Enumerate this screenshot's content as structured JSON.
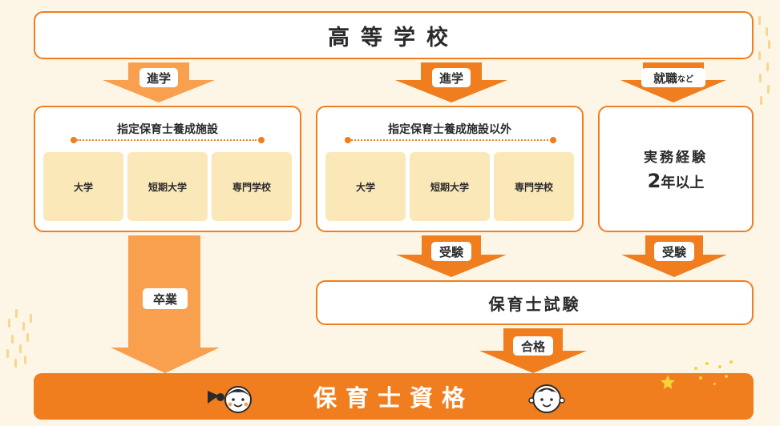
{
  "top": {
    "title": "高等学校"
  },
  "arrows": {
    "left_advance": "進学",
    "mid_advance": "進学",
    "right_employment": "就職",
    "right_employment_suffix": "など",
    "graduation": "卒業",
    "mid_exam": "受験",
    "right_exam": "受験",
    "pass": "合格"
  },
  "designated": {
    "title": "指定保育士養成施設",
    "items": [
      "大学",
      "短期大学",
      "専門学校"
    ]
  },
  "non_designated": {
    "title": "指定保育士養成施設以外",
    "items": [
      "大学",
      "短期大学",
      "専門学校"
    ]
  },
  "experience": {
    "line1": "実務経験",
    "years_num": "2",
    "years_suffix": "年以上"
  },
  "exam": {
    "title": "保育士試験"
  },
  "qualification": {
    "title": "保育士資格"
  },
  "colors": {
    "accent": "#f07e1e",
    "arrow": "#f9a04f",
    "cell": "#fbe8b8",
    "background": "#fdf6e6"
  }
}
